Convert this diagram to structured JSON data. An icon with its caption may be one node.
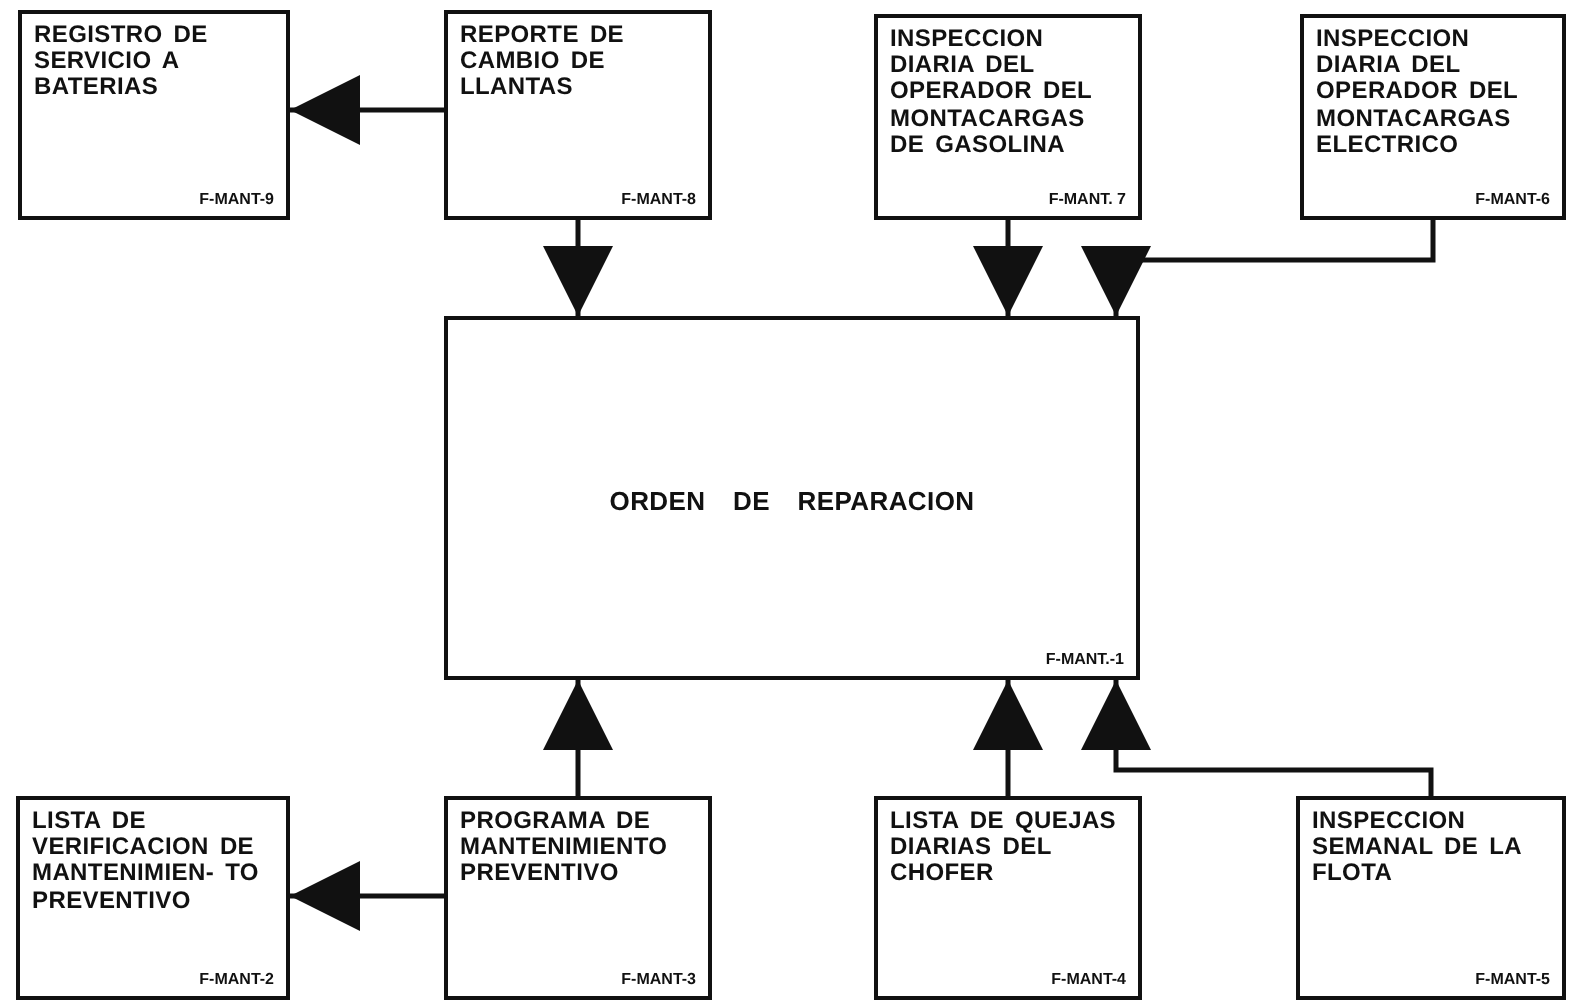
{
  "diagram": {
    "nodes": [
      {
        "text": [
          "REGISTRO DE SERVICIO A BATERIAS",
          "F-MANT-9"
        ]
      },
      {
        "text": [
          "REPORTE DE CAMBIO DE LLANTAS",
          "F-MANT-8"
        ]
      },
      {
        "text": [
          "INSPECCION DIARIA DEL OPERADOR DEL MONTACARGAS DE GASOLINA",
          "F-MANT. 7"
        ]
      },
      {
        "text": [
          "INSPECCION DIARIA DEL OPERADOR DEL MONTACARGAS ELECTRICO",
          "F-MANT-6"
        ]
      },
      {
        "text": [
          "ORDEN DE REPARACION",
          "F-MANT.-1"
        ]
      },
      {
        "text": [
          "LISTA DE VERIFICACION DE MANTENIMIEN- TO PREVENTIVO",
          "F-MANT-2"
        ]
      },
      {
        "text": [
          "PROGRAMA DE MANTENIMIENTO PREVENTIVO",
          "F-MANT-3"
        ]
      },
      {
        "text": [
          "LISTA DE QUEJAS DIARIAS DEL CHOFER",
          "F-MANT-4"
        ]
      },
      {
        "text": [
          "INSPECCION SEMANAL DE LA FLOTA",
          "F-MANT-5"
        ]
      }
    ],
    "edges": [
      {
        "from": 1,
        "to": 0,
        "arrow": "to"
      },
      {
        "from": 1,
        "to": 4,
        "arrow": "to"
      },
      {
        "from": 2,
        "to": 4,
        "arrow": "to"
      },
      {
        "from": 3,
        "to": 4,
        "arrow": "to"
      },
      {
        "from": 6,
        "to": 5,
        "arrow": "to"
      },
      {
        "from": 6,
        "to": 4,
        "arrow": "to"
      },
      {
        "from": 7,
        "to": 4,
        "arrow": "to"
      },
      {
        "from": 8,
        "to": 4,
        "arrow": "to"
      }
    ]
  }
}
